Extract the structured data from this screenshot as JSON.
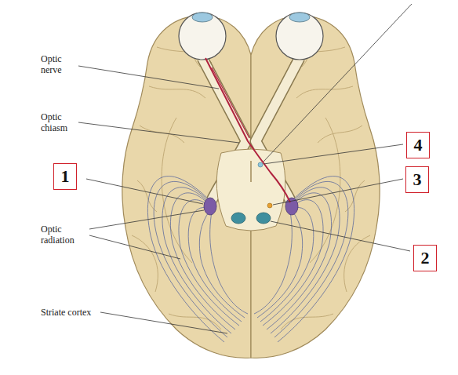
{
  "diagram": {
    "nodes": [
      {
        "text": [
          "4"
        ]
      },
      {
        "text": [
          "1"
        ]
      },
      {
        "text": [
          "3"
        ]
      },
      {
        "text": [
          "2"
        ]
      }
    ],
    "labels": [
      "Optic nerve",
      "Optic chiasm",
      "Optic radiation",
      "Striate cortex"
    ]
  }
}
